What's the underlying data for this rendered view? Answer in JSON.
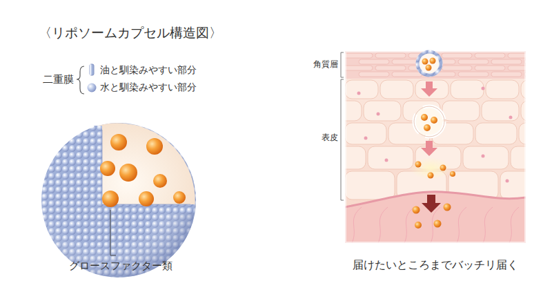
{
  "diagram": {
    "title": "〈リポソームカプセル構造図〉",
    "caption": "届けたいところまでバッチリ届く",
    "labels": [
      "二重膜",
      "グロースファクター類",
      "角質層",
      "表皮"
    ],
    "legend": [
      {
        "text": "油と馴染みやすい部分"
      },
      {
        "text": "水と馴染みやすい部分"
      }
    ]
  }
}
